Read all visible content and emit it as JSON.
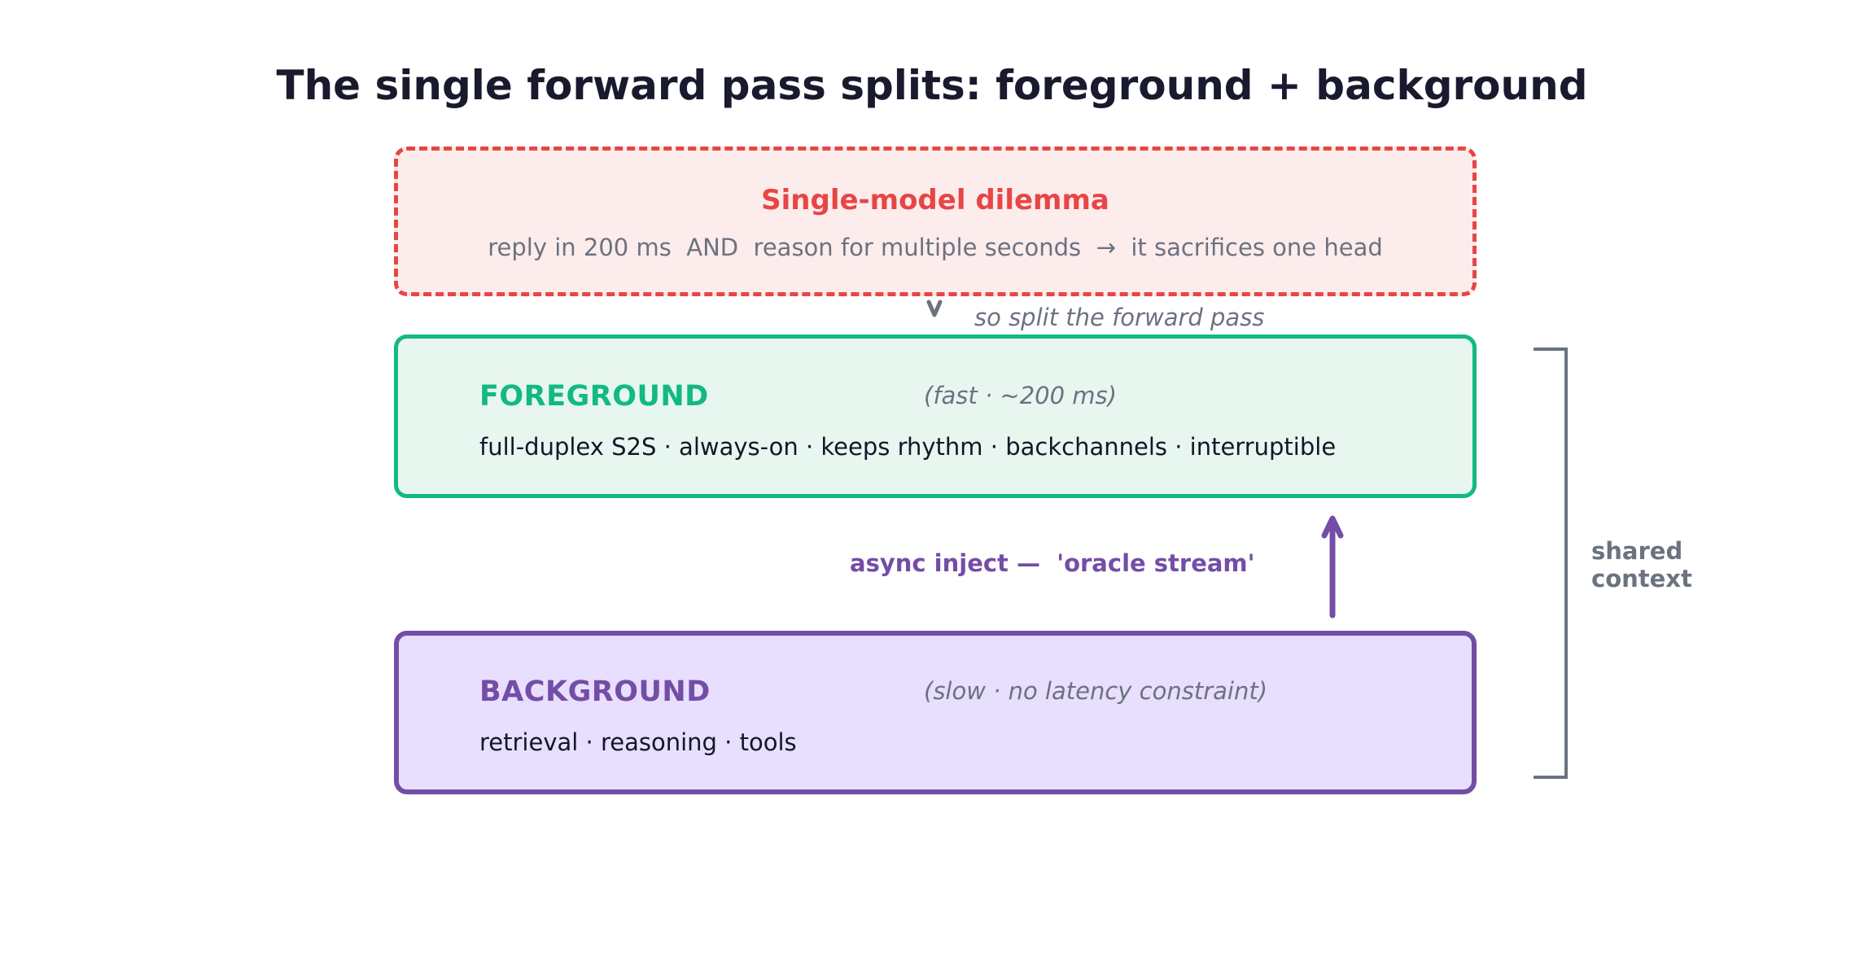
{
  "title": "The single forward pass splits: foreground + background",
  "dilemma": {
    "heading": "Single-model dilemma",
    "body": "reply in 200 ms  AND  reason for multiple seconds  →  it sacrifices one head"
  },
  "split_label": "so split the forward pass",
  "foreground": {
    "heading": "FOREGROUND",
    "note": "(fast · ~200 ms)",
    "body": "full-duplex S2S · always-on · keeps rhythm · backchannels · interruptible"
  },
  "inject_label": "async inject —  'oracle stream'",
  "background": {
    "heading": "BACKGROUND",
    "note": "(slow · no latency constraint)",
    "body": "retrieval · reasoning · tools"
  },
  "shared_context": {
    "line1": "shared",
    "line2": "context"
  },
  "colors": {
    "title": "#1a1a2e",
    "dilemma": "#e84545",
    "foreground": "#12b981",
    "background": "#744da6",
    "muted": "#6b7280"
  }
}
